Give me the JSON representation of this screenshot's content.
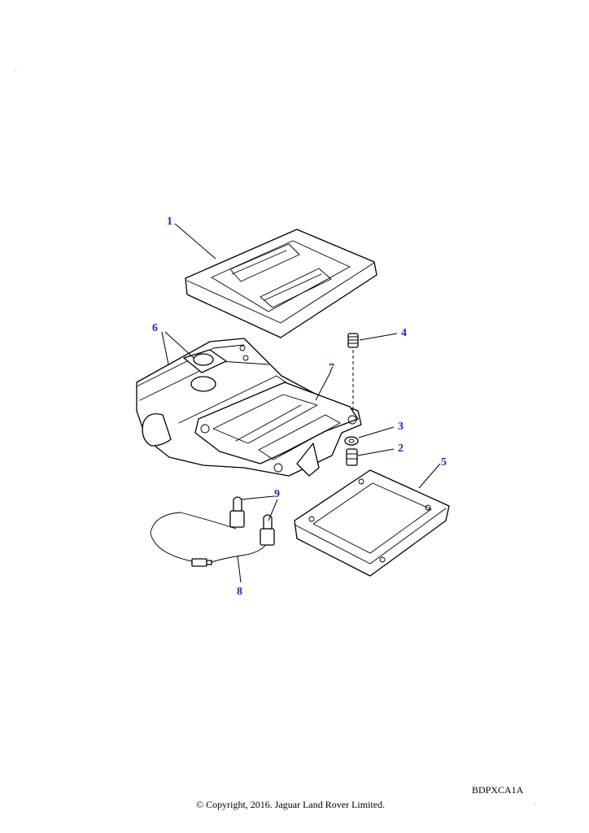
{
  "diagram": {
    "callouts": [
      {
        "id": "c1",
        "label": "1"
      },
      {
        "id": "c2",
        "label": "2"
      },
      {
        "id": "c3",
        "label": "3"
      },
      {
        "id": "c4",
        "label": "4"
      },
      {
        "id": "c5",
        "label": "5"
      },
      {
        "id": "c6",
        "label": "6"
      },
      {
        "id": "c7",
        "label": "7"
      },
      {
        "id": "c8",
        "label": "8"
      },
      {
        "id": "c9",
        "label": "9"
      }
    ],
    "reference_code": "BDPXCA1A",
    "copyright": "© Copyright, 2016. Jaguar Land Rover Limited.",
    "colors": {
      "callout": "#1a2bd0",
      "line": "#000000"
    }
  }
}
